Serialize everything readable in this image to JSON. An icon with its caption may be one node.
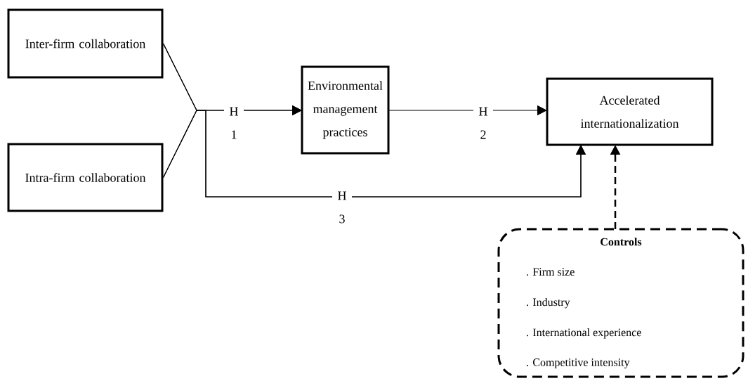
{
  "diagram": {
    "nodes": [
      {
        "text": [
          "Inter-firm collaboration"
        ]
      },
      {
        "text": [
          "Intra-firm collaboration"
        ]
      },
      {
        "text": [
          "Environmental management practices"
        ]
      },
      {
        "text": [
          "Accelerated internationalization"
        ]
      },
      {
        "text": [
          "Controls",
          ". Firm size",
          ". Industry",
          ". International experience",
          ". Competitive intensity"
        ]
      }
    ],
    "edges": [
      {
        "from": 0,
        "to": 2,
        "arrow": "to",
        "label": "H 1"
      },
      {
        "from": 1,
        "to": 2,
        "arrow": "to"
      },
      {
        "from": 2,
        "to": 3,
        "arrow": "to",
        "label": "H 2"
      },
      {
        "from": 0,
        "to": 3,
        "arrow": "to",
        "label": "H 3"
      },
      {
        "from": 1,
        "to": 3,
        "arrow": "to"
      },
      {
        "from": 4,
        "to": 3,
        "arrow": "to",
        "style": "dashed"
      }
    ]
  }
}
